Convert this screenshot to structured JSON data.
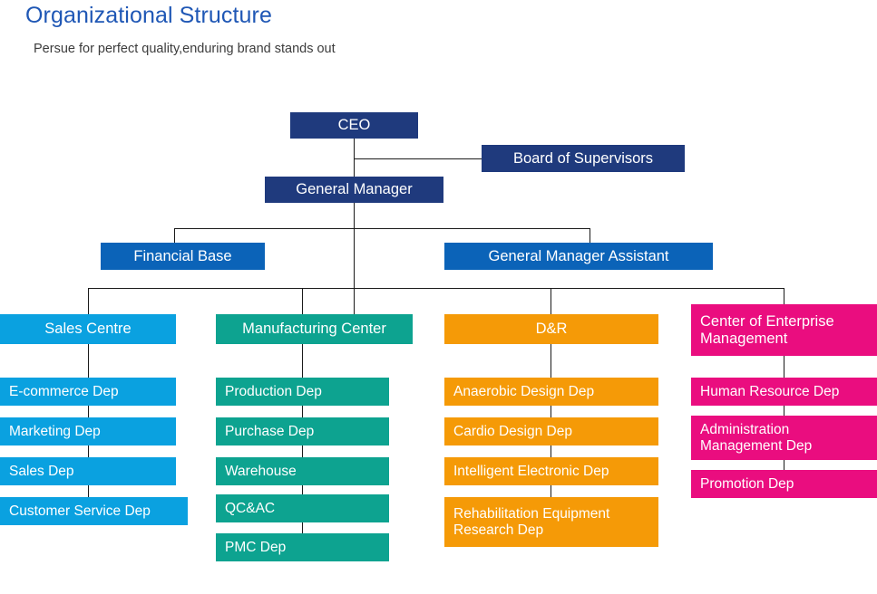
{
  "header": {
    "title": "Organizational Structure",
    "subtitle": "Persue for perfect quality,enduring brand stands out"
  },
  "colors": {
    "title": "#1f57b5",
    "subtitle": "#3c3c3c",
    "executive": "#1f3a7d",
    "mid": "#0b63b8",
    "sales": "#0aa1e0",
    "manufacturing": "#0da390",
    "rnd": "#f59a07",
    "enterprise": "#ea0d7f",
    "connector": "#1a1a1a",
    "background": "#ffffff"
  },
  "chart_data": {
    "type": "diagram",
    "title": "Organizational Structure",
    "subtitle": "Persue for perfect quality,enduring brand stands out",
    "nodes": {
      "ceo": "CEO",
      "board": "Board of Supervisors",
      "general_manager": "General Manager",
      "financial_base": "Financial Base",
      "gm_assistant": "General Manager Assistant"
    },
    "divisions": [
      {
        "id": "sales-centre",
        "label": "Sales Centre",
        "color": "#0aa1e0",
        "children": [
          "E-commerce Dep",
          "Marketing Dep",
          "Sales Dep",
          "Customer Service Dep"
        ]
      },
      {
        "id": "manufacturing-center",
        "label": "Manufacturing Center",
        "color": "#0da390",
        "children": [
          "Production Dep",
          "Purchase Dep",
          "Warehouse",
          "QC&AC",
          "PMC Dep"
        ]
      },
      {
        "id": "dr",
        "label": "D&R",
        "color": "#f59a07",
        "children": [
          "Anaerobic Design Dep",
          "Cardio Design Dep",
          "Intelligent Electronic Dep",
          "Rehabilitation Equipment\nResearch Dep"
        ]
      },
      {
        "id": "center-of-enterprise-management",
        "label": "Center of Enterprise\nManagement",
        "color": "#ea0d7f",
        "children": [
          "Human Resource Dep",
          "Administration\nManagement Dep",
          "Promotion Dep"
        ]
      }
    ]
  }
}
